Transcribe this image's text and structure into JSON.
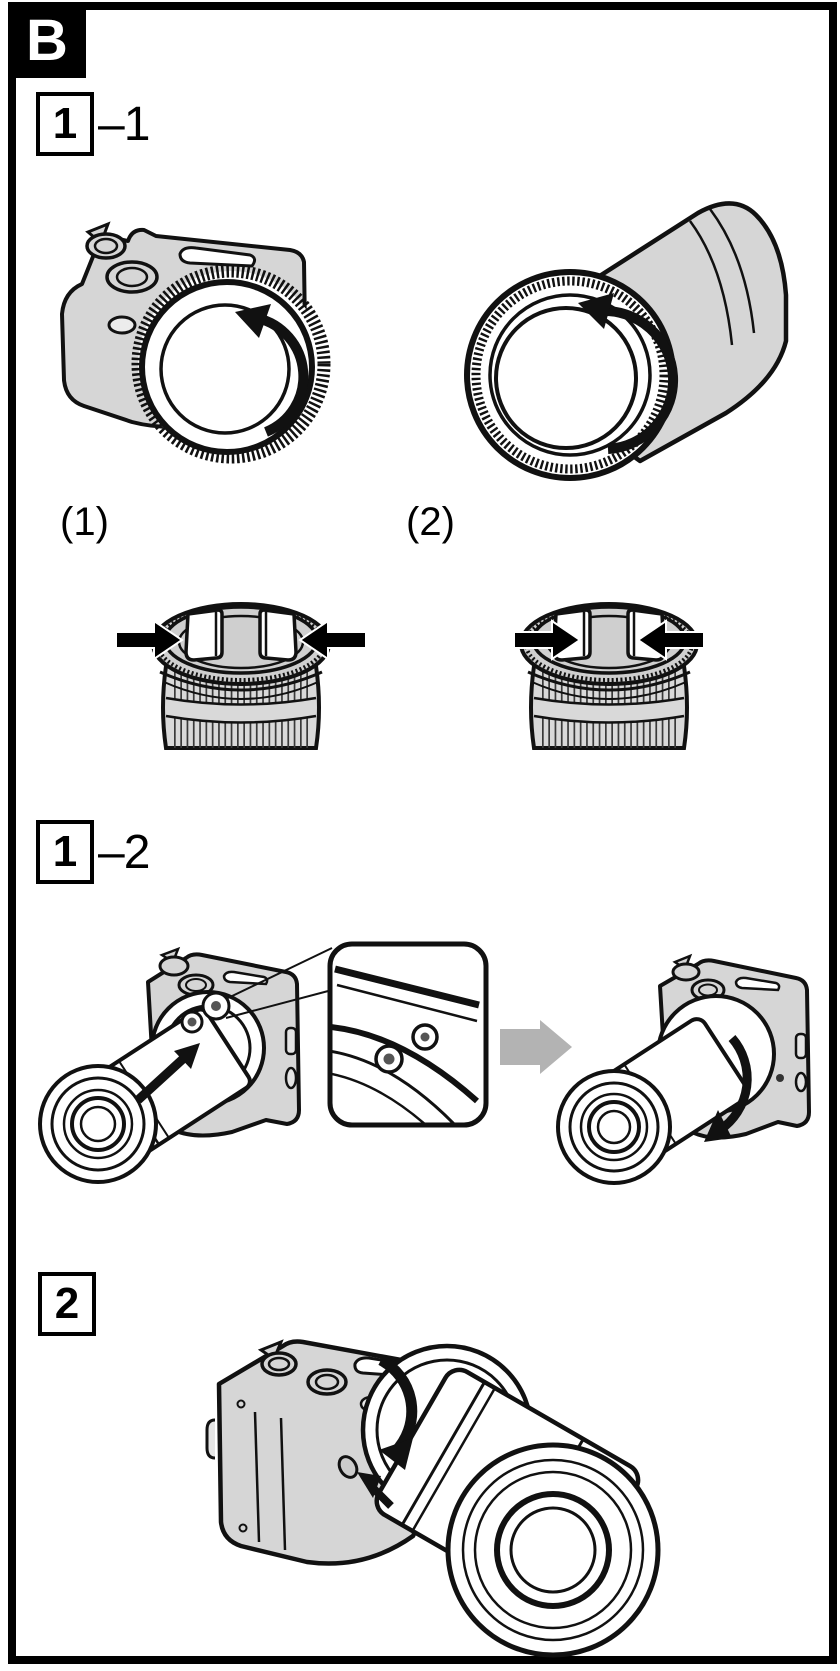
{
  "page": {
    "background": "#ffffff",
    "frame_color": "#000000"
  },
  "corner_tab": {
    "label": "B"
  },
  "steps": {
    "step1_1": {
      "number": "1",
      "suffix": "–1"
    },
    "step1_2": {
      "number": "1",
      "suffix": "–2"
    },
    "step2": {
      "number": "2"
    }
  },
  "sub_labels": {
    "first": "(1)",
    "second": "(2)"
  },
  "colors": {
    "body_gray": "#d6d6d6",
    "cap_gray": "#cfcfcf",
    "panel_gray": "#d9d9d9",
    "next_arrow_gray": "#b3b3b3",
    "line_black": "#111111"
  },
  "icons": {
    "rotate_ccw_arrow": "curved-ccw-arrow",
    "rotate_cw_arrow": "curved-cw-arrow",
    "press_inward_arrows": "black-block-arrows-inward",
    "attach_arrow": "straight-black-arrow",
    "next_step_arrow": "gray-block-arrow-right",
    "release_button_arrow": "small-straight-arrow"
  }
}
